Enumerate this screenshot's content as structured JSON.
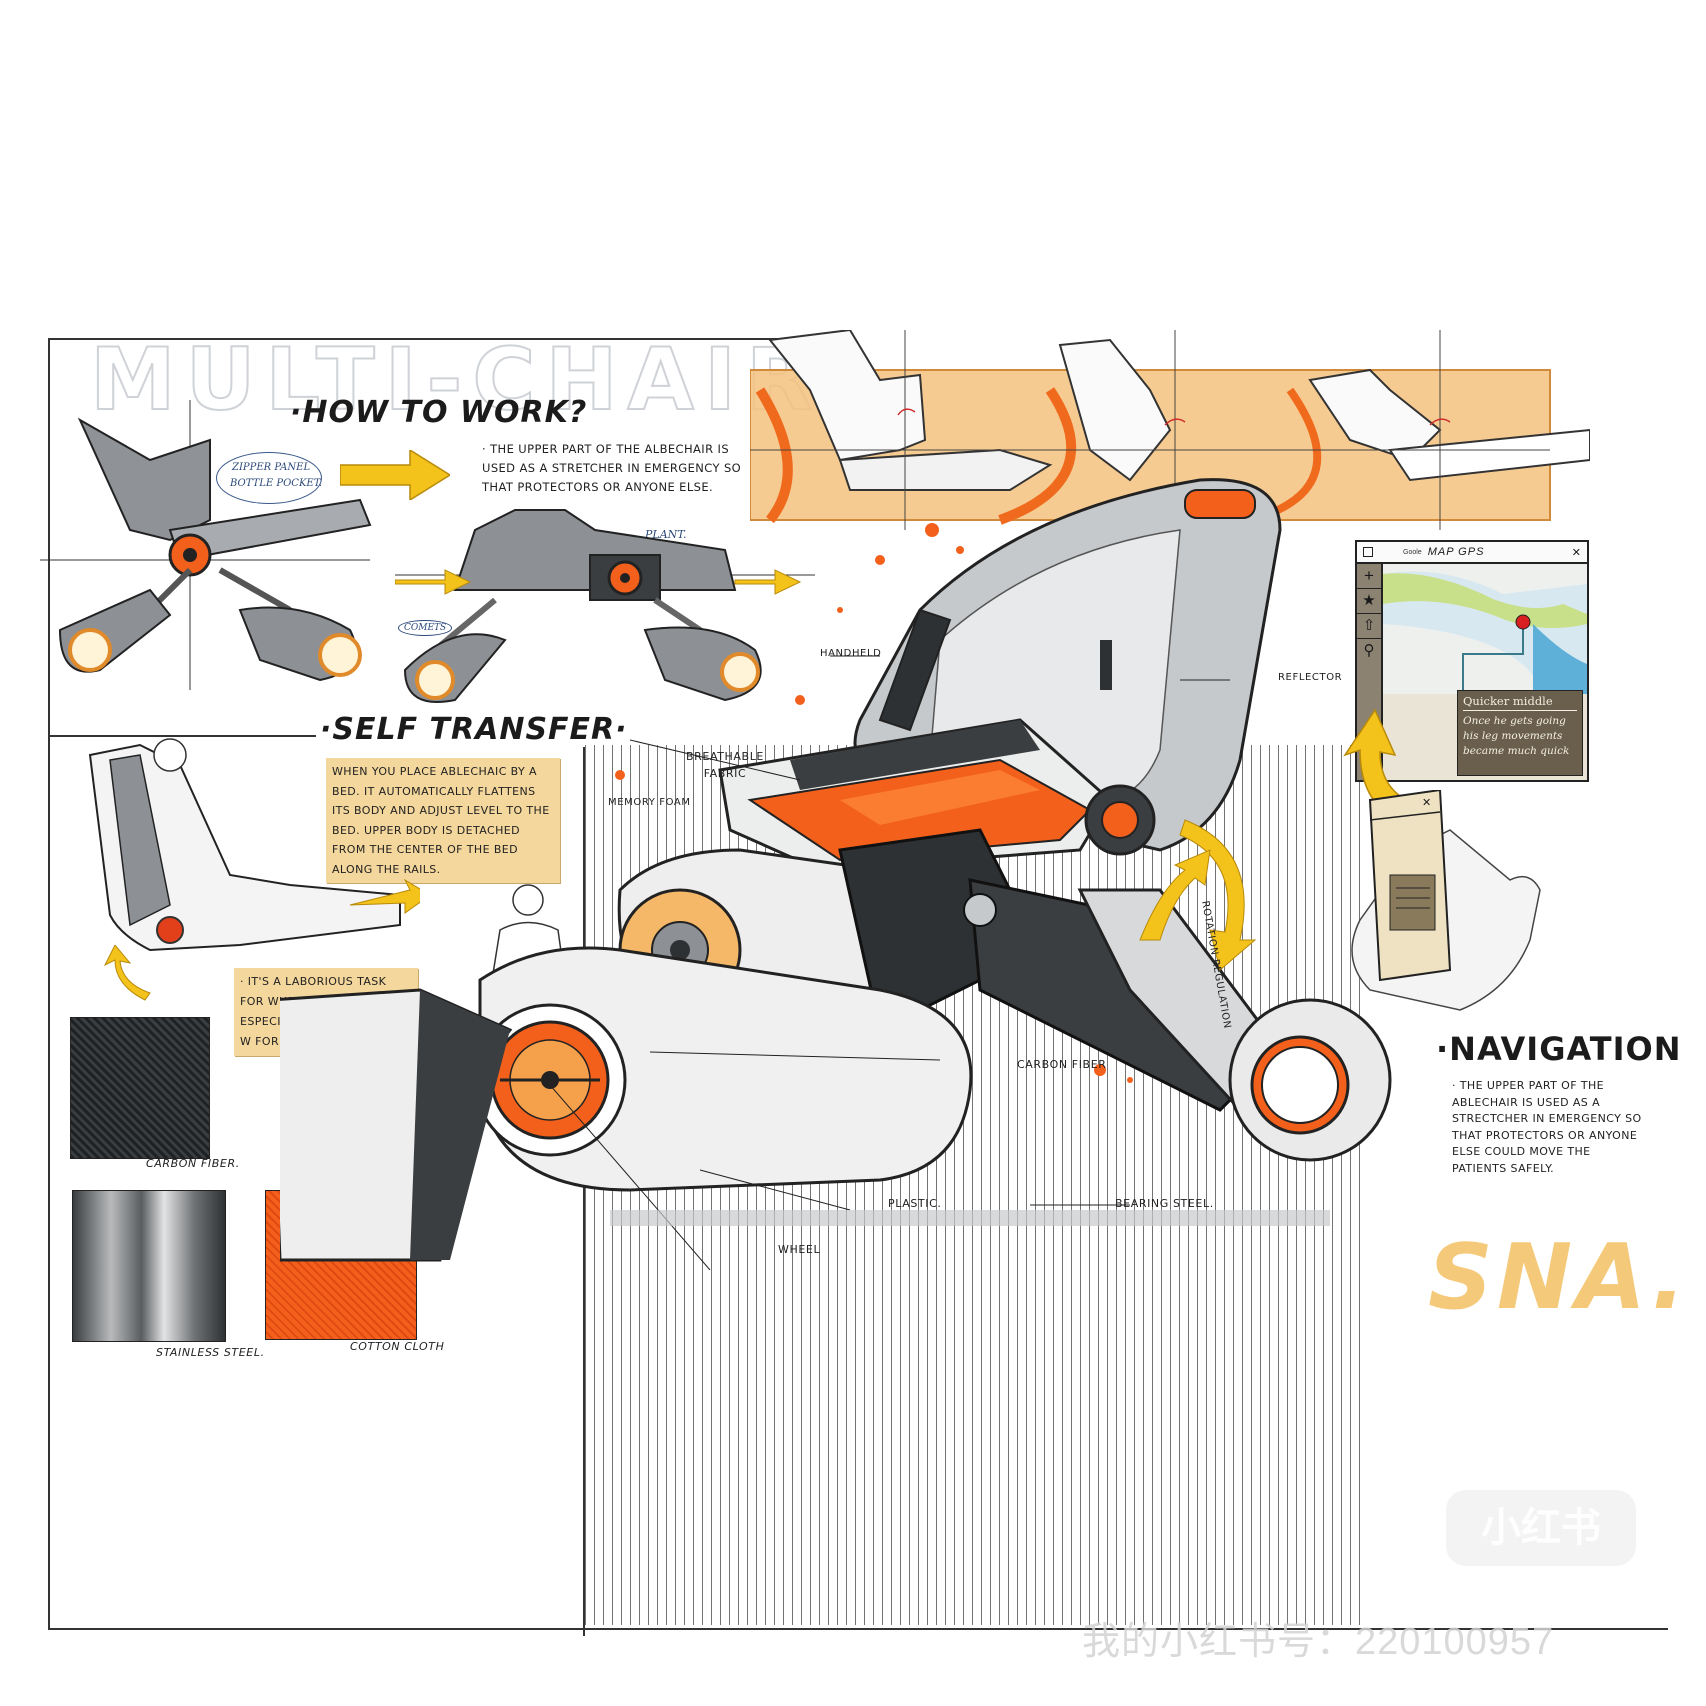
{
  "page": {
    "banner": "MULTI-CHAIR",
    "signature": "SNA.",
    "watermark_logo": "小红书",
    "watermark_id": "我的小红书号：220100957"
  },
  "how_to_work": {
    "title": "·HOW TO WORK?",
    "note": "· THE UPPER PART OF THE ALBECHAIR IS USED AS A STRETCHER IN EMERGENCY SO THAT PROTECTORS OR ANYONE ELSE.",
    "callout_1": "ZIPPER PANEL",
    "callout_2": "BOTTLE POCKET.",
    "plant_label": "PLANT.",
    "comets_label": "COMETS"
  },
  "self_transfer": {
    "title": "·SELF TRANSFER·",
    "note_1": "WHEN YOU PLACE ABLECHAIC BY A BED. IT AUTOMATICALLY FLATTENS ITS BODY AND ADJUST LEVEL TO THE BED. UPPER BODY IS DETACHED FROM THE CENTER OF THE BED ALONG THE RAILS.",
    "note_2": "· IT'S A LABORIOUS TASK FOR WHEELCHAIR IT IS ESPECIALLY OLD HARD FOR W FOR WEAK PE LIKE."
  },
  "materials": [
    {
      "name": "CARBON FIBER.",
      "color": "#2e3133"
    },
    {
      "name": "STAINLESS STEEL.",
      "color": "#8a8c8e"
    },
    {
      "name": "COTTON CLOTH",
      "color": "#f2601c"
    }
  ],
  "chair_callouts": {
    "handheld": "HANDHELD",
    "reflector": "REFLECTOR",
    "breathable": "BREATHABLE FABRIC",
    "memory_foam": "MEMORY FOAM",
    "rotation": "ROTATION REGULATION",
    "carbon_fiber": "CARBON FIBER",
    "plastic": "PLASTIC.",
    "bearing_steel": "BEARING STEEL.",
    "wheel": "WHEEL"
  },
  "navigation": {
    "title": "·NAVIGATION",
    "note": "· THE UPPER PART OF THE ABLECHAIR IS USED AS A STRECTCHER IN EMERGENCY SO THAT PROTECTORS OR ANYONE ELSE COULD MOVE THE PATIENTS SAFELY."
  },
  "map_app": {
    "brand": "Goole",
    "title": "MAP GPS",
    "close_glyph": "✕",
    "tool_plus": "+",
    "tool_star": "★",
    "tool_up": "⇧",
    "tool_search": "⚲",
    "card_title": "Quicker middle",
    "card_body": "Once he gets going his leg movements became much quick"
  },
  "phone": {
    "close_glyph": "✕"
  },
  "colors": {
    "orange": "#f2601c",
    "yellow": "#f3c21b",
    "tan": "#f2b86a",
    "gray": "#8d9196",
    "dark": "#2d3033"
  }
}
